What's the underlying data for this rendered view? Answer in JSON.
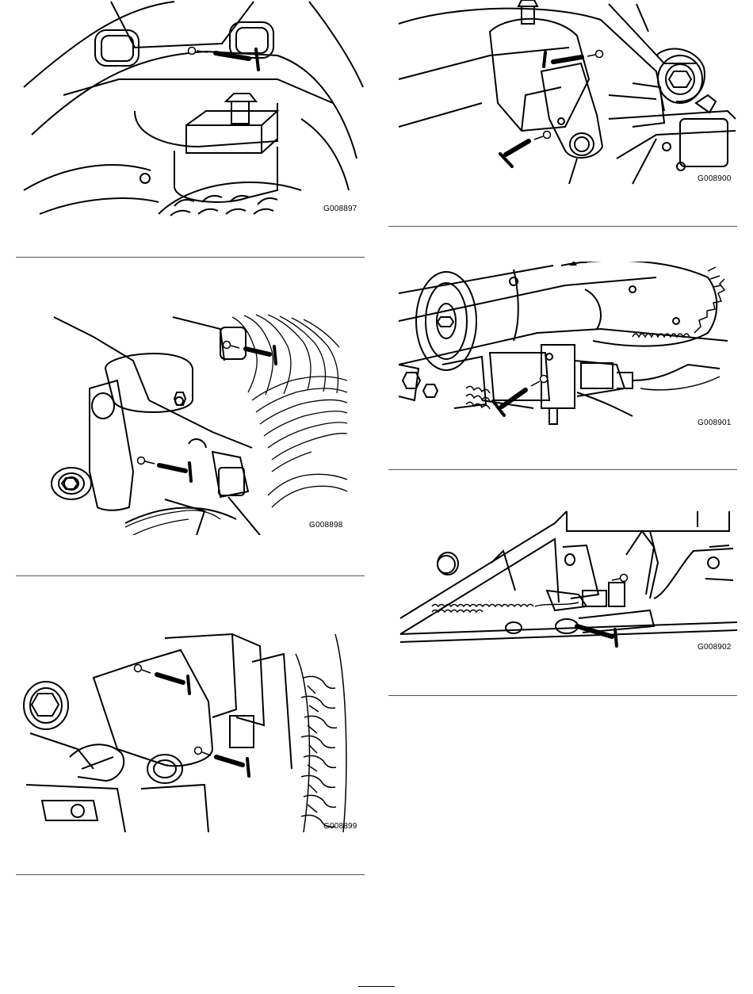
{
  "figures": [
    {
      "id": "G008897"
    },
    {
      "id": "G008898"
    },
    {
      "id": "G008899"
    },
    {
      "id": "G008900"
    },
    {
      "id": "G008901"
    },
    {
      "id": "G008902"
    }
  ]
}
